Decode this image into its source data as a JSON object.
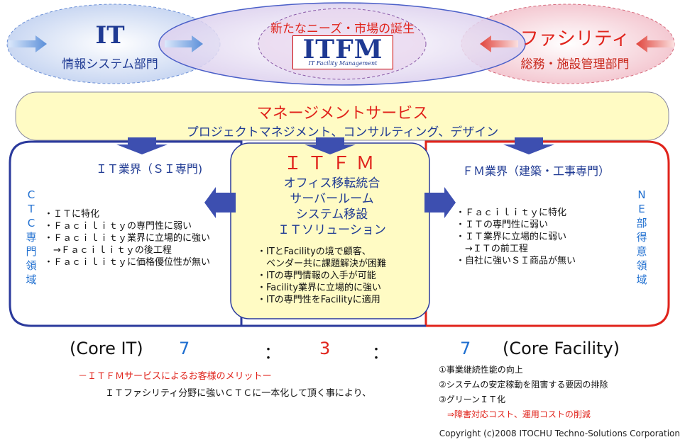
{
  "top": {
    "it_title": "IT",
    "it_sub": "情報システム部門",
    "new_needs": "新たなニーズ・市場の誕生",
    "logo_main": "ITFM",
    "logo_sub": "IT Facility Management",
    "fac_title": "ファシリティ",
    "fac_sub": "総務・施設管理部門"
  },
  "management": {
    "title": "マネージメントサービス",
    "sub": "プロジェクトマネジメント、コンサルティング、デザイン"
  },
  "left": {
    "vertical": [
      "C",
      "T",
      "C",
      "専",
      "門",
      "領",
      "域"
    ],
    "heading": "ＩＴ業界（ＳＩ専門)",
    "items": [
      "・ＩＴに特化",
      "・Ｆａｃｉｌｉｔｙの専門性に弱い",
      "・Ｆａｃｉｌｉｔｙ業界に立場的に強い",
      "　→Ｆａｃｉｌｉｔｙの後工程",
      "・Ｆａｃｉｌｉｔｙに価格優位性が無い"
    ]
  },
  "center": {
    "heading": "ＩＴＦＭ",
    "items": [
      "オフィス移転統合",
      "サーバールーム",
      "システム移設",
      "ＩＴソリューション"
    ],
    "bullets": [
      "・ITとFacilityの境で顧客、",
      "　ベンダー共に課題解決が困難",
      "・ITの専門情報の入手が可能",
      "・Facility業界に立場的に強い",
      "・ITの専門性をFacilityに適用"
    ]
  },
  "right": {
    "vertical": [
      "N",
      "E",
      "部",
      "得",
      "意",
      "領",
      "域"
    ],
    "heading": "ＦＭ業界（建築・工事専門）",
    "items": [
      "・Ｆａｃｉｌｉｔｙに特化",
      "・ＩＴの専門性に弱い",
      "・ＩＴ業界に立場的に弱い",
      "　→ＩＴの前工程",
      "・自社に強いＳＩ商品が無い"
    ]
  },
  "ratio": {
    "core_it": "(Core IT)",
    "v1": "7",
    "colon1": "：",
    "v2": "3",
    "colon2": "：",
    "v3": "7",
    "core_fac": "(Core Facility)"
  },
  "benefit": {
    "title": "－ＩＴＦＭサービスによるお客様のメリットー",
    "text": "ＩＴファシリティ分野に強いＣＴＣに一本化して頂く事により、",
    "merits": [
      "①事業継続性能の向上",
      "②システムの安定稼動を阻害する要因の排除",
      "③グリーンＩＴ化"
    ],
    "result": "⇒障害対応コスト、運用コストの削減"
  },
  "copyright": "Copyright (c)2008 ITOCHU Techno-Solutions Corporation",
  "colors": {
    "blue": "#1f3a93",
    "red": "#e0231b",
    "arrow_blue": "#3d4fb0",
    "yellow": "#fffbc4"
  }
}
